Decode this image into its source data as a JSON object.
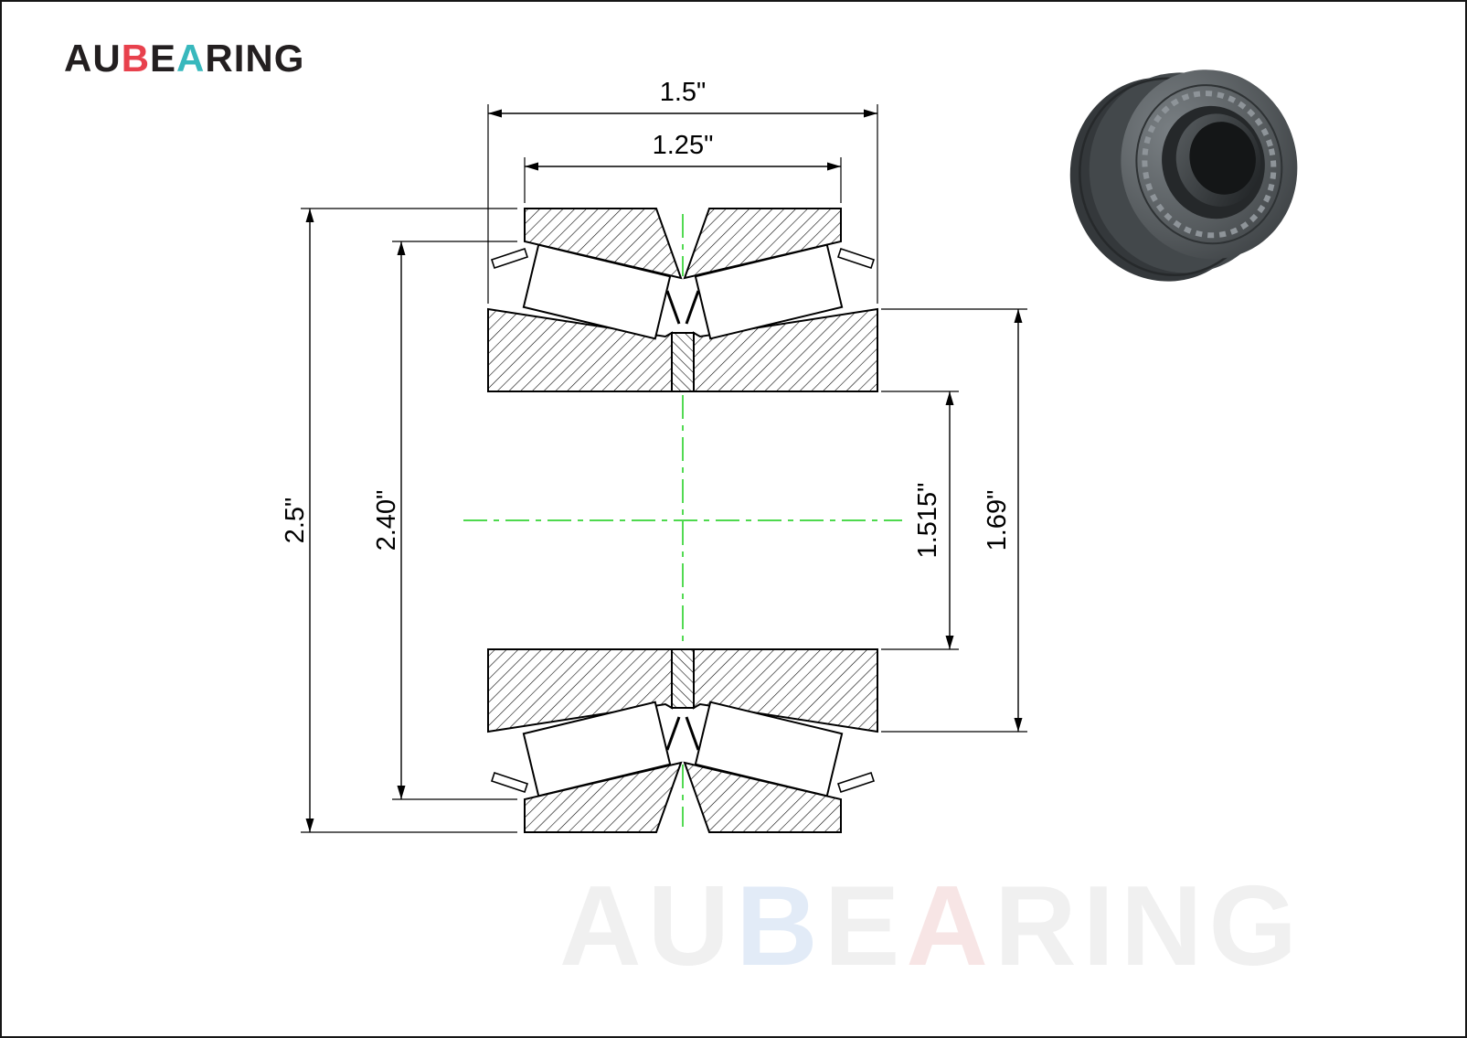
{
  "page": {
    "background": "#ffffff",
    "border_color": "#161616"
  },
  "logo": {
    "text": "AUBEARING",
    "letters": [
      {
        "ch": "A",
        "color": "#231f20"
      },
      {
        "ch": "U",
        "color": "#231f20"
      },
      {
        "ch": "B",
        "color": "#e8414d"
      },
      {
        "ch": "E",
        "color": "#231f20"
      },
      {
        "ch": "A",
        "color": "#38b8bd"
      },
      {
        "ch": "R",
        "color": "#231f20"
      },
      {
        "ch": "I",
        "color": "#231f20"
      },
      {
        "ch": "N",
        "color": "#231f20"
      },
      {
        "ch": "G",
        "color": "#231f20"
      }
    ]
  },
  "watermark": {
    "text": "AUBEARING",
    "letters": [
      {
        "ch": "A",
        "color": "#f0f0f0"
      },
      {
        "ch": "U",
        "color": "#f0f0f0"
      },
      {
        "ch": "B",
        "color": "#e2ebf7"
      },
      {
        "ch": "E",
        "color": "#f0f0f0"
      },
      {
        "ch": "A",
        "color": "#f7e5e5"
      },
      {
        "ch": "R",
        "color": "#f0f0f0"
      },
      {
        "ch": "I",
        "color": "#f0f0f0"
      },
      {
        "ch": "N",
        "color": "#f0f0f0"
      },
      {
        "ch": "G",
        "color": "#f0f0f0"
      }
    ]
  },
  "drawing": {
    "dimensions": {
      "overall_width": "1.5\"",
      "inner_width": "1.25\"",
      "outer_diameter": "2.5\"",
      "cup_diameter": "2.40\"",
      "bore_diameter": "1.515\"",
      "rib_diameter": "1.69\""
    },
    "colors": {
      "line": "#000000",
      "centerline": "#35d435"
    }
  }
}
